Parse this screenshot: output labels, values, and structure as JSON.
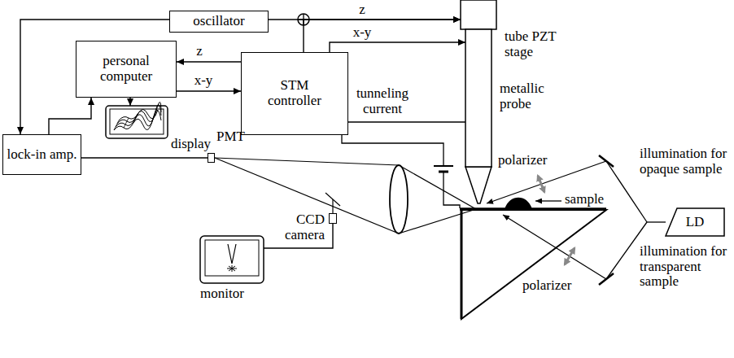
{
  "diagram": {
    "nodes": [
      {
        "text": [
          "oscillator"
        ]
      },
      {
        "text": [
          "personal computer"
        ]
      },
      {
        "text": [
          "STM controller"
        ]
      },
      {
        "text": [
          "lock-in amp."
        ]
      },
      {
        "text": [
          "display"
        ]
      },
      {
        "text": [
          "PMT"
        ]
      },
      {
        "text": [
          "CCD camera"
        ]
      },
      {
        "text": [
          "monitor"
        ]
      },
      {
        "text": [
          "LD"
        ]
      },
      {
        "text": [
          "tube PZT stage"
        ]
      }
    ],
    "edges": [
      {
        "from": 0,
        "to": 9,
        "arrow": "to",
        "label": "z"
      },
      {
        "from": 2,
        "to": 9,
        "arrow": "to"
      },
      {
        "from": 2,
        "to": 9,
        "arrow": "to",
        "label": "x-y"
      },
      {
        "from": 2,
        "to": 1,
        "arrow": "to",
        "label": "z"
      },
      {
        "from": 1,
        "to": 2,
        "arrow": "to",
        "label": "x-y"
      },
      {
        "from": 1,
        "to": 4,
        "arrow": "to"
      },
      {
        "from": 3,
        "to": 1,
        "arrow": "to"
      },
      {
        "from": 0,
        "to": 3,
        "arrow": "to"
      },
      {
        "from": 5,
        "to": 3,
        "arrow": "none"
      },
      {
        "from": 9,
        "to": 2,
        "arrow": "none",
        "label": "tunneling current"
      },
      {
        "from": 6,
        "to": 7,
        "arrow": "none"
      }
    ],
    "labels": [
      "metallic probe",
      "polarizer",
      "sample",
      "polarizer",
      "illumination for opaque sample",
      "illumination for transparent sample"
    ]
  }
}
